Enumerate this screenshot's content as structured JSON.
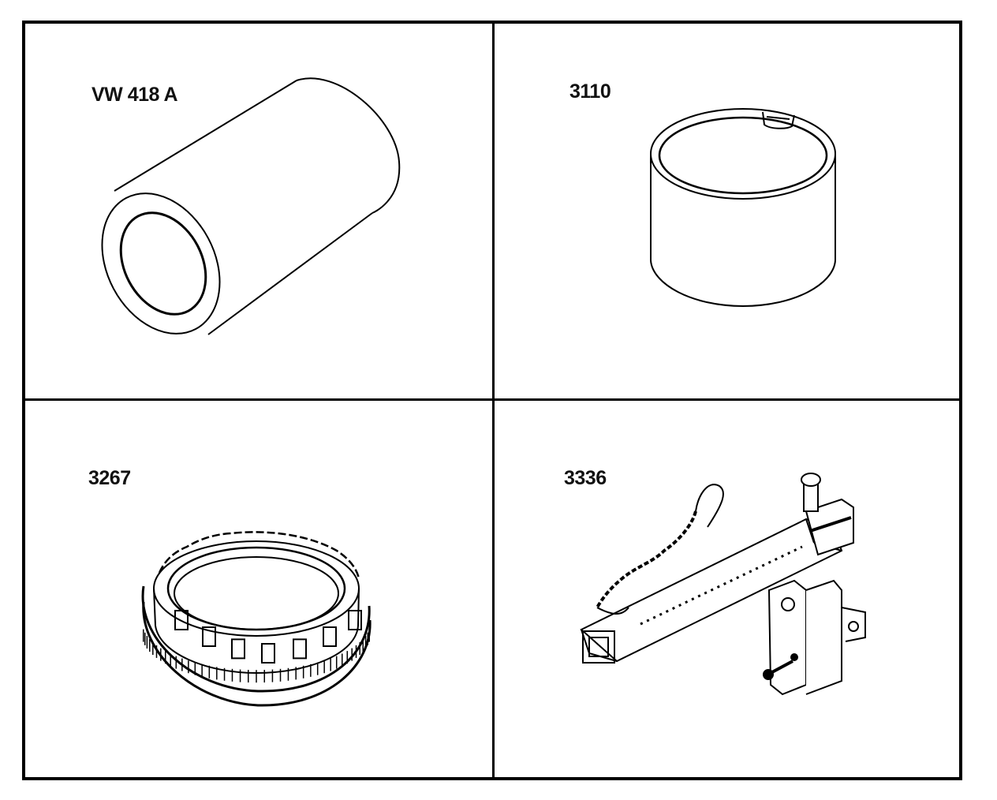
{
  "tools": [
    {
      "part_number": "VW 418 A",
      "icon": "cylinder-sleeve-icon"
    },
    {
      "part_number": "3110",
      "icon": "cup-icon"
    },
    {
      "part_number": "3267",
      "icon": "ring-gear-icon"
    },
    {
      "part_number": "3336",
      "icon": "lifting-bracket-icon"
    }
  ],
  "colors": {
    "line": "#000000",
    "background": "#ffffff"
  }
}
